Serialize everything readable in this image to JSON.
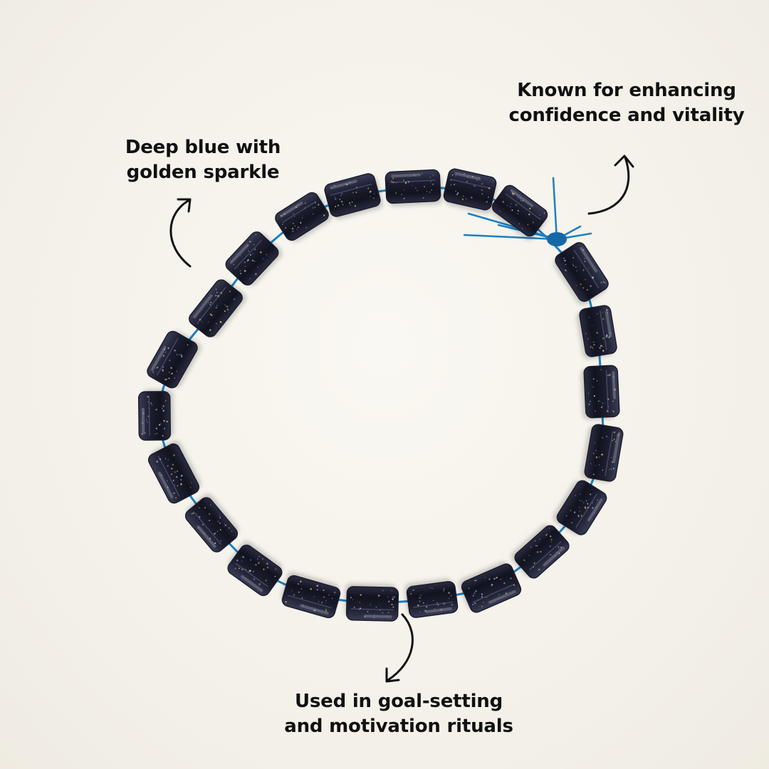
{
  "annotations": {
    "top_left": {
      "line1": "Deep blue with",
      "line2": "golden sparkle"
    },
    "top_right": {
      "line1": "Known for enhancing",
      "line2": "confidence and vitality"
    },
    "bottom": {
      "line1": "Used in goal-setting",
      "line2": "and motivation rituals"
    }
  },
  "colors": {
    "background": "#f6f3ec",
    "bead": "#1b1c2c",
    "cord": "#1a7fc4",
    "text": "#111111"
  }
}
